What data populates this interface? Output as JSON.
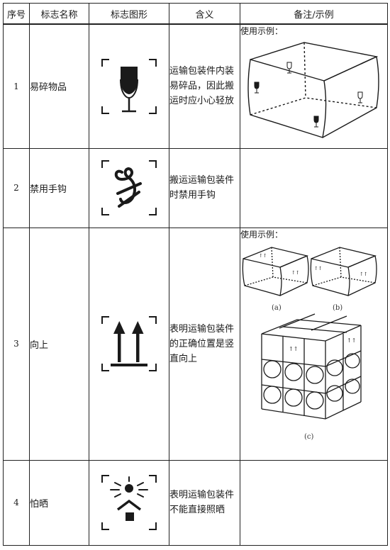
{
  "headers": {
    "seq": "序号",
    "name": "标志名称",
    "symbol": "标志图形",
    "meaning": "含义",
    "remark": "备注/示例"
  },
  "rows": [
    {
      "seq": "1",
      "name": "易碎物品",
      "meaning": "运输包装件内装易碎品，因此搬运时应小心轻放",
      "remark_label": "使用示例：",
      "icon": "fragile-glass-icon"
    },
    {
      "seq": "2",
      "name": "禁用手钩",
      "meaning": "搬运运输包装件时禁用手钩",
      "remark_label": "",
      "icon": "no-hooks-icon"
    },
    {
      "seq": "3",
      "name": "向上",
      "meaning": "表明运输包装件的正确位置是竖直向上",
      "remark_label": "使用示例：",
      "icon": "this-way-up-icon",
      "captions": [
        "(a)",
        "(b)",
        "(c)"
      ]
    },
    {
      "seq": "4",
      "name": "怕晒",
      "meaning": "表明运输包装件不能直接照晒",
      "remark_label": "",
      "icon": "keep-away-from-sunlight-icon"
    }
  ],
  "colors": {
    "ink": "#1a1a1a",
    "border": "#222222"
  }
}
